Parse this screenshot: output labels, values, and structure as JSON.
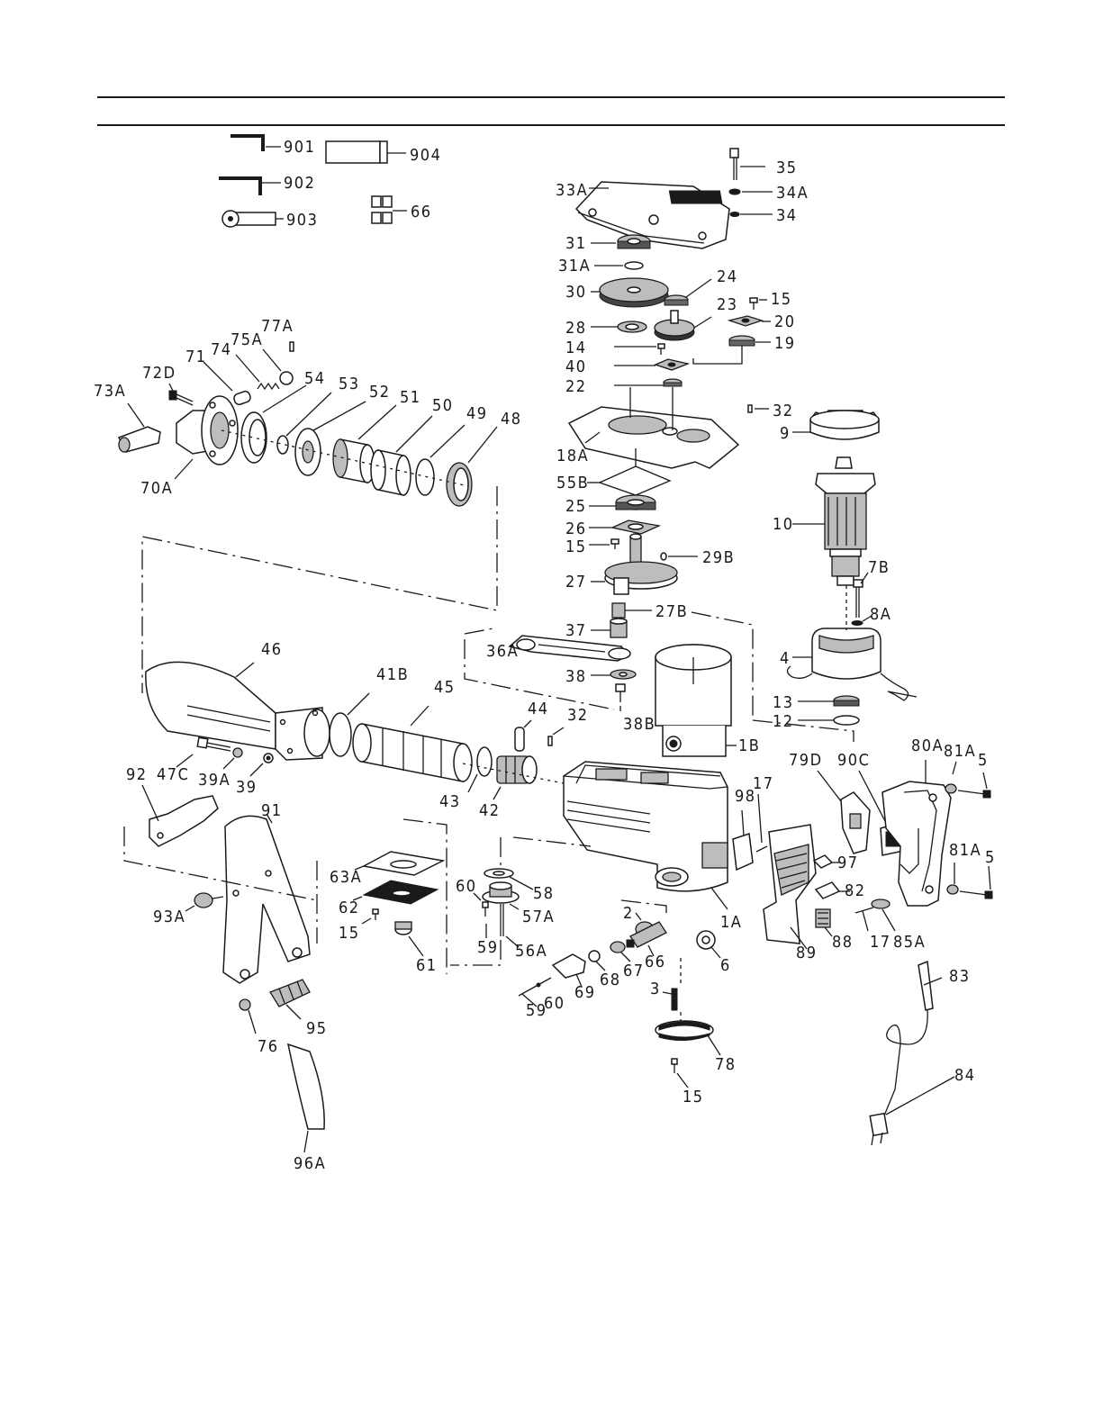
{
  "labels": {
    "p901": "901",
    "p902": "902",
    "p903": "903",
    "p904": "904",
    "p66a": "66",
    "p35": "35",
    "p34A": "34A",
    "p34": "34",
    "p33A": "33A",
    "p31": "31",
    "p31A": "31A",
    "p30": "30",
    "p24": "24",
    "p23": "23",
    "p15a": "15",
    "p20": "20",
    "p19": "19",
    "p28": "28",
    "p14": "14",
    "p40": "40",
    "p22": "22",
    "p32a": "32",
    "p9": "9",
    "p18A": "18A",
    "p55B": "55B",
    "p25": "25",
    "p26": "26",
    "p15b": "15",
    "p29B": "29B",
    "p10": "10",
    "p27": "27",
    "p7B": "7B",
    "p8A": "8A",
    "p27B": "27B",
    "p37": "37",
    "p36A": "36A",
    "p4": "4",
    "p38": "38",
    "p38B": "38B",
    "p13": "13",
    "p12": "12",
    "p1B": "1B",
    "p77A": "77A",
    "p75A": "75A",
    "p74": "74",
    "p71": "71",
    "p72D": "72D",
    "p54": "54",
    "p53": "53",
    "p52": "52",
    "p51": "51",
    "p50": "50",
    "p49": "49",
    "p48": "48",
    "p73A": "73A",
    "p70A": "70A",
    "p46": "46",
    "p41B": "41B",
    "p45": "45",
    "p44": "44",
    "p32b": "32",
    "p47C": "47C",
    "p39A": "39A",
    "p39": "39",
    "p92": "92",
    "p91": "91",
    "p43": "43",
    "p42": "42",
    "p80A": "80A",
    "p81Aa": "81A",
    "p5a": "5",
    "p79D": "79D",
    "p90C": "90C",
    "p98": "98",
    "p17a": "17",
    "p97": "97",
    "p82": "82",
    "p81Ab": "81A",
    "p5b": "5",
    "p63A": "63A",
    "p62": "62",
    "p15c": "15",
    "p61": "61",
    "p60a": "60",
    "p58": "58",
    "p57A": "57A",
    "p59a": "59",
    "p56A": "56A",
    "p1A": "1A",
    "p2": "2",
    "p66b": "66",
    "p6": "6",
    "p93A": "93A",
    "p67": "67",
    "p68": "68",
    "p69": "69",
    "p59b": "59",
    "p60b": "60",
    "p3": "3",
    "p78": "78",
    "p15d": "15",
    "p88": "88",
    "p17b": "17",
    "p85A": "85A",
    "p89": "89",
    "p83": "83",
    "p84": "84",
    "p95": "95",
    "p76": "76",
    "p96A": "96A"
  }
}
